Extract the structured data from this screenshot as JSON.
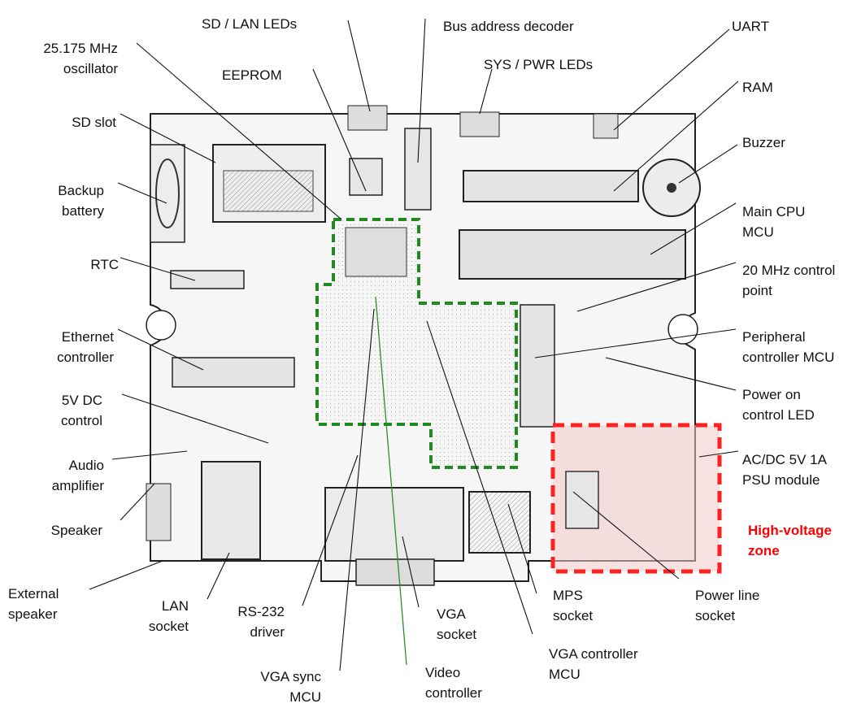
{
  "diagram": {
    "labels": {
      "sd_lan_leds": "SD / LAN LEDs",
      "bus_address_decoder": "Bus address decoder",
      "uart": "UART",
      "oscillator": "25.175 MHz\noscillator",
      "eeprom": "EEPROM",
      "sys_pwr_leds": "SYS / PWR LEDs",
      "ram": "RAM",
      "sd_slot": "SD slot",
      "buzzer": "Buzzer",
      "backup_battery": "Backup\nbattery",
      "main_cpu_mcu": "Main CPU\nMCU",
      "rtc": "RTC",
      "control_point": "20 MHz control\npoint",
      "ethernet_controller": "Ethernet\ncontroller",
      "peripheral_controller_mcu": "Peripheral\ncontroller MCU",
      "dc_control": "5V DC\ncontrol",
      "power_on_led": "Power on\ncontrol LED",
      "audio_amplifier": "Audio\namplifier",
      "psu_module": "AC/DC 5V 1A\nPSU module",
      "speaker": "Speaker",
      "high_voltage_zone": "High-voltage\nzone",
      "external_speaker": "External\nspeaker",
      "lan_socket": "LAN\nsocket",
      "rs232_driver": "RS-232\ndriver",
      "vga_socket": "VGA\nsocket",
      "mps_socket": "MPS\nsocket",
      "power_line_socket": "Power line\nsocket",
      "vga_controller_mcu": "VGA controller\nMCU",
      "vga_sync_mcu": "VGA sync\nMCU",
      "video_controller": "Video\ncontroller"
    },
    "colors": {
      "leader": "#111111",
      "video_leader": "#2e8b2e",
      "video_zone": "#1f8a1f",
      "hv_zone": "#ff2020",
      "hv_fill": "#f2c8c8",
      "board": "#f4f4f4",
      "board_edge": "#333333"
    }
  }
}
